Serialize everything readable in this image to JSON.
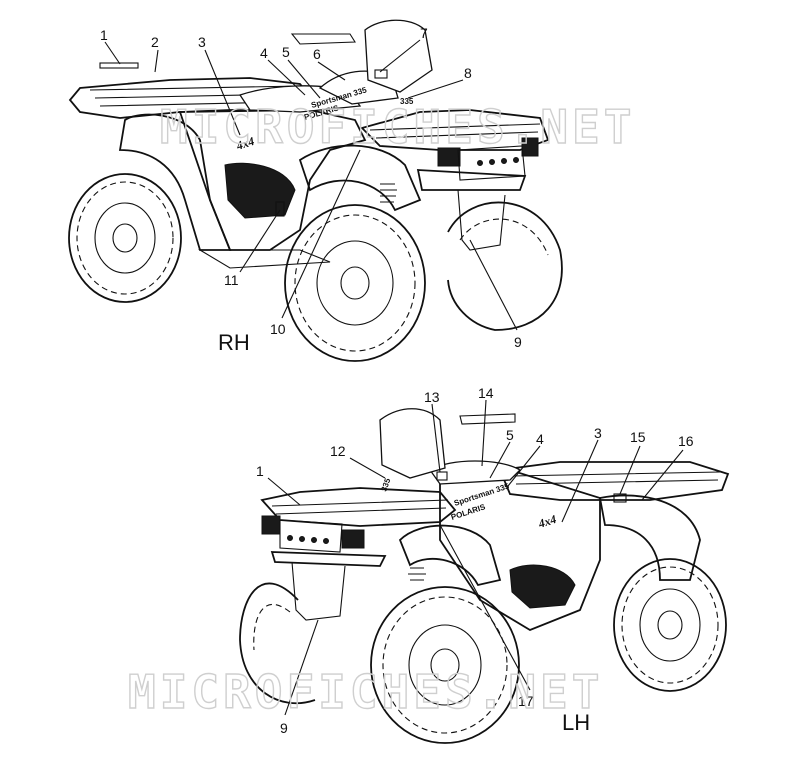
{
  "watermark": "MICROFICHES.NET",
  "views": {
    "rh": {
      "label": "RH",
      "callouts": [
        "1",
        "2",
        "3",
        "4",
        "5",
        "6",
        "7",
        "8",
        "9",
        "10",
        "11"
      ]
    },
    "lh": {
      "label": "LH",
      "callouts": [
        "1",
        "12",
        "13",
        "14",
        "5",
        "4",
        "3",
        "15",
        "16",
        "9",
        "17"
      ]
    }
  },
  "decals": {
    "brand": "POLARIS",
    "model": "Sportsman 335",
    "drive": "4x4",
    "engine": "335"
  }
}
